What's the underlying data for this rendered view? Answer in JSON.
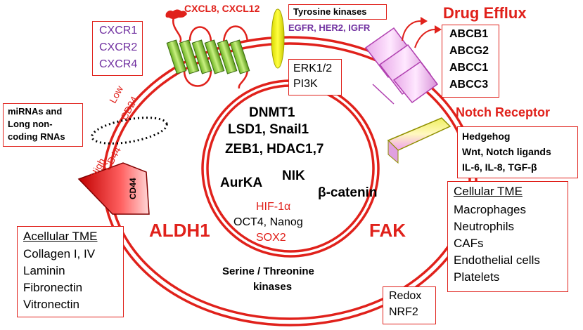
{
  "colors": {
    "red": "#e0211b",
    "purple": "#7030a0",
    "black": "#000000"
  },
  "ligands": "CXCL8, CXCL12",
  "receptors": [
    "CXCR1",
    "CXCR2",
    "CXCR4"
  ],
  "tyrosine_kinases": {
    "title": "Tyrosine kinases",
    "members": "EGFR, HER2, IGFR"
  },
  "drug_efflux": {
    "title": "Drug Efflux",
    "transporters": [
      "ABCB1",
      "ABCG2",
      "ABCC1",
      "ABCC3"
    ]
  },
  "signaling": [
    "ERK1/2",
    "PI3K"
  ],
  "notch": {
    "title": "Notch Receptor",
    "ligands": [
      "Hedgehog",
      "Wnt, Notch ligands",
      "IL-6, IL-8, TGF-β"
    ]
  },
  "mirna": [
    "miRNAs and",
    "Long non-",
    "coding RNAs"
  ],
  "markers": {
    "low": "Low",
    "cd24": "CD24",
    "high": "High",
    "cd44": "CD44",
    "cd44_protein": "CD44"
  },
  "nucleus": {
    "dnmt1": "DNMT1",
    "lsd1": "LSD1, Snail1",
    "zeb1": "ZEB1, HDAC1,7",
    "aurka": "AurKA",
    "nik": "NIK",
    "beta_catenin": "β-catenin",
    "hif": "HIF-1α",
    "oct4": "OCT4, Nanog",
    "sox2": "SOX2"
  },
  "aldh1": "ALDH1",
  "fak": "FAK",
  "ser_thr": [
    "Serine / Threonine",
    "kinases"
  ],
  "cellular_tme": {
    "title": "Cellular TME",
    "items": [
      "Macrophages",
      "Neutrophils",
      "CAFs",
      "Endothelial cells",
      "Platelets"
    ]
  },
  "acellular_tme": {
    "title": "Acellular TME",
    "items": [
      "Collagen I, IV",
      "Laminin",
      "Fibronectin",
      "Vitronectin"
    ]
  },
  "redox": [
    "Redox",
    "NRF2"
  ]
}
